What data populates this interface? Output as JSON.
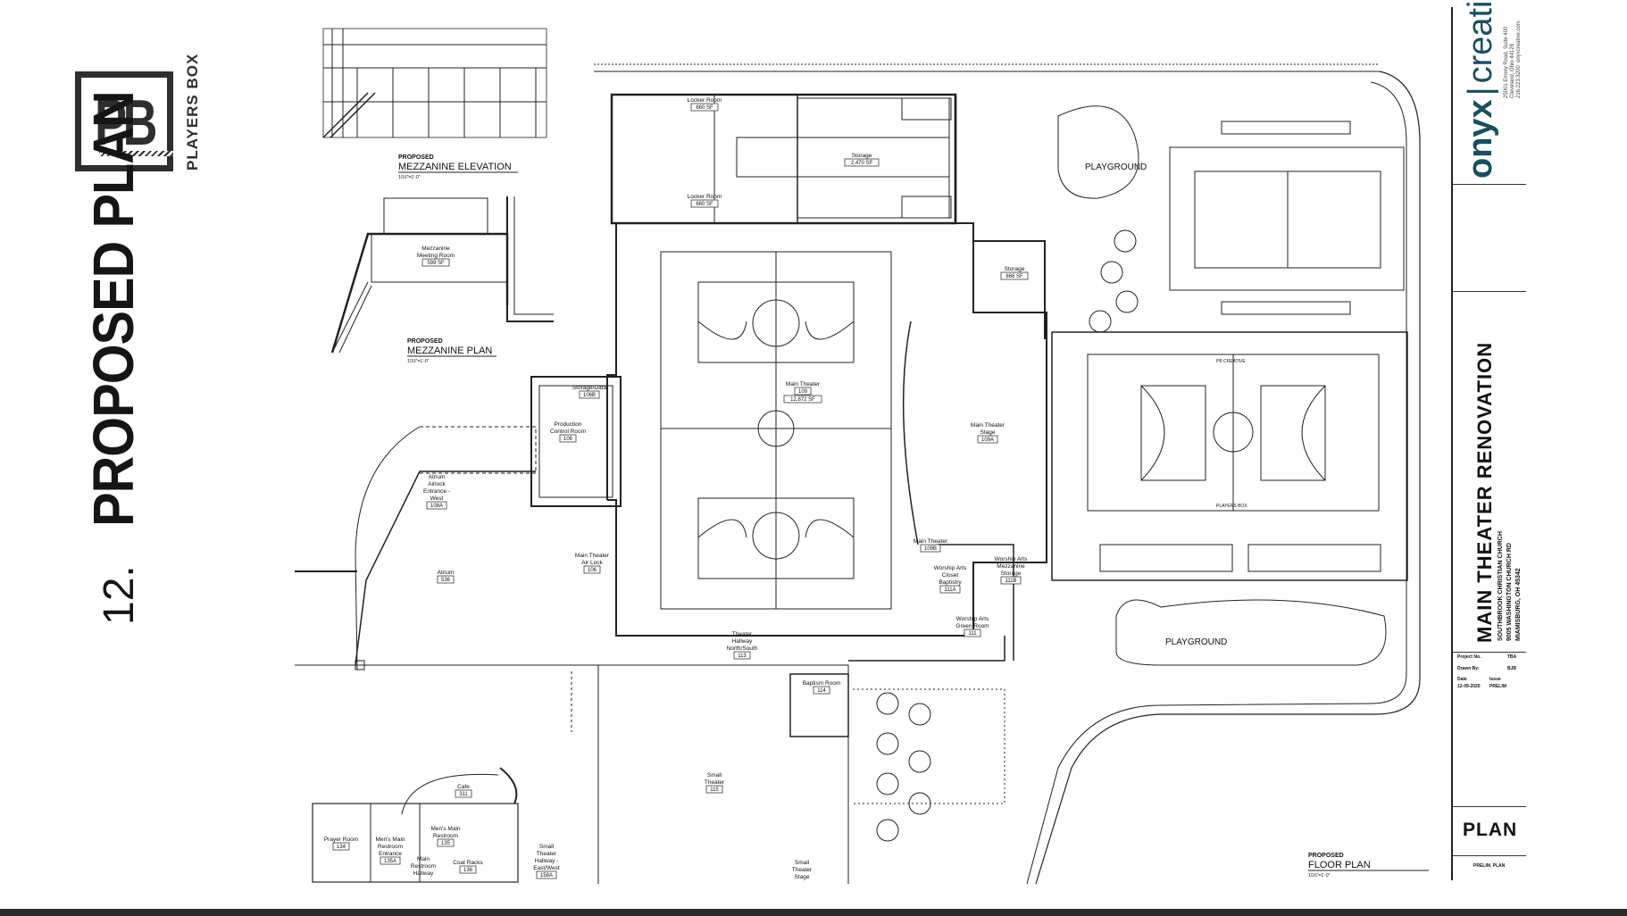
{
  "slide": {
    "section_number": "12.",
    "section_title": "PROPOSED PLAN",
    "logo_letters": "PB",
    "logo_text": "PLAYERS BOX"
  },
  "drawing": {
    "labels": {
      "mezz_elev_small": "PROPOSED",
      "mezz_elev_big": "MEZZANINE ELEVATION",
      "mezz_elev_scale": "1/16\"=1'-0\"",
      "mezz_plan_small": "PROPOSED",
      "mezz_plan_big": "MEZZANINE PLAN",
      "mezz_plan_scale": "1/16\"=1'-0\"",
      "floor_plan_small": "PROPOSED",
      "floor_plan_big": "FLOOR PLAN",
      "floor_plan_scale": "1/16\"=1'-0\""
    },
    "rooms": [
      {
        "name": "Mezzanine Meeting Room",
        "number": "599 SF"
      },
      {
        "name": "Locker Room",
        "number": "660 SF"
      },
      {
        "name": "Storage",
        "number": "2,470 SF"
      },
      {
        "name": "Locker Room",
        "number": "660 SF"
      },
      {
        "name": "Storage",
        "number": "866 SF"
      },
      {
        "name": "Storage/Data",
        "number": "106B"
      },
      {
        "name": "Production Control Room",
        "number": "106"
      },
      {
        "name": "Main Theater",
        "number": "109",
        "area": "12,872 SF"
      },
      {
        "name": "Main Theater Stage",
        "number": "109A"
      },
      {
        "name": "Atrium Airlock Entrance - West",
        "number": "108A"
      },
      {
        "name": "Atrium",
        "number": "536"
      },
      {
        "name": "Main Theater Air Lock",
        "number": "106"
      },
      {
        "name": "Main Theater",
        "number": "109B"
      },
      {
        "name": "Worship Arts Closet Baptistry",
        "number": "111A"
      },
      {
        "name": "Worship Arts Mezzanine Storage",
        "number": "111B"
      },
      {
        "name": "Worship Arts Green Room",
        "number": "111"
      },
      {
        "name": "Theater Hallway North/South",
        "number": "113"
      },
      {
        "name": "Baptism Room",
        "number": "114"
      },
      {
        "name": "Small Theater",
        "number": "115"
      },
      {
        "name": "Cafe",
        "number": "311"
      },
      {
        "name": "Prayer Room",
        "number": "134"
      },
      {
        "name": "Men's Main Restroom Entrance",
        "number": "135A"
      },
      {
        "name": "Men's Main Restroom",
        "number": "135"
      },
      {
        "name": "Main Restroom Hallway",
        "number": ""
      },
      {
        "name": "Coat Racks",
        "number": "136"
      },
      {
        "name": "Small Theater Hallway - East/West",
        "number": "158A"
      },
      {
        "name": "Small Theater Stage",
        "number": ""
      }
    ],
    "outdoor": {
      "playground_1": "PLAYGROUND",
      "playground_2": "PLAYGROUND",
      "court_text_top": "PB CREATIVE",
      "court_text_bottom": "PLAYERS BOX"
    }
  },
  "title_block": {
    "firm_name_a": "onyx",
    "firm_name_b": "creative",
    "firm_address": "25001 Emery Road, Suite 400\nCleveland, Ohio 44128\n216.223.3200  onyxcreative.com",
    "project_title": "MAIN THEATER RENOVATION",
    "project_address": "SOUTHBROOK CHRISTIAN CHURCH\n9005 WASHINGTON CHURCH RD\nMIAMISBURG, OH 45342",
    "project_no_label": "Project No.",
    "project_no": "TBA",
    "drawn_by_label": "Drawn By:",
    "drawn_by": "BJB",
    "date_label": "Date",
    "date_value": "12-09-2020",
    "issue_label": "Issue",
    "issue_value": "PRELIM",
    "sheet_title": "PLAN",
    "sheet_sub": "PRELIM. PLAN"
  }
}
